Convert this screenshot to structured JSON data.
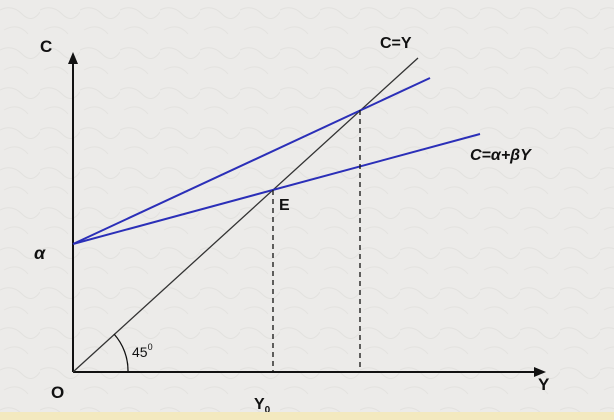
{
  "axes": {
    "y_label": "C",
    "x_label": "Y",
    "origin_label": "O"
  },
  "lines": {
    "diagonal_label": "C=Y",
    "consumption_label": "C=α+βY"
  },
  "points": {
    "intercept_label": "α",
    "equilibrium_label": "E",
    "income_label": "Y",
    "income_subscript": "0"
  },
  "angle": {
    "value": "45",
    "superscript": "0"
  },
  "colors": {
    "background": "#ecebe9",
    "axis": "#111111",
    "consumption_lines": "#2b2fb8",
    "diagonal": "#333333",
    "bottom_bar": "#f3e9bf"
  }
}
